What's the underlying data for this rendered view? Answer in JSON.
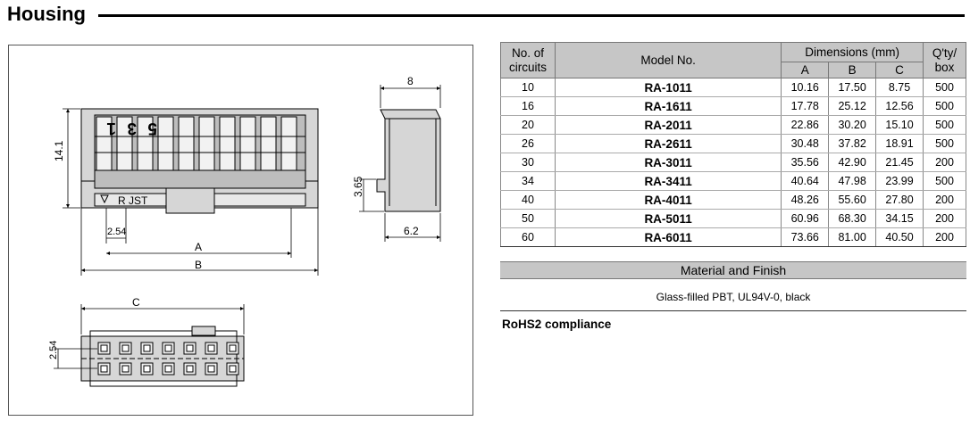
{
  "title": "Housing",
  "drawing": {
    "labels": {
      "dim_8": "8",
      "dim_14_1": "14.1",
      "dim_3_65": "3.65",
      "dim_6_2": "6.2",
      "dim_2_54_top": "2.54",
      "dim_a": "A",
      "dim_b": "B",
      "dim_c": "C",
      "dim_2_54_bottom": "2.54",
      "num_1": "1",
      "num_3": "3",
      "num_5": "5",
      "marking": "R  JST"
    }
  },
  "table": {
    "headers": {
      "circuits": [
        "No. of",
        "circuits"
      ],
      "model": "Model No.",
      "dimensions": "Dimensions  (mm)",
      "a": "A",
      "b": "B",
      "c": "C",
      "qty": [
        "Q'ty/",
        "box"
      ]
    },
    "rows": [
      {
        "circuits": "10",
        "model": "RA-1011",
        "a": "10.16",
        "b": "17.50",
        "c": "8.75",
        "qty": "500"
      },
      {
        "circuits": "16",
        "model": "RA-1611",
        "a": "17.78",
        "b": "25.12",
        "c": "12.56",
        "qty": "500"
      },
      {
        "circuits": "20",
        "model": "RA-2011",
        "a": "22.86",
        "b": "30.20",
        "c": "15.10",
        "qty": "500"
      },
      {
        "circuits": "26",
        "model": "RA-2611",
        "a": "30.48",
        "b": "37.82",
        "c": "18.91",
        "qty": "500"
      },
      {
        "circuits": "30",
        "model": "RA-3011",
        "a": "35.56",
        "b": "42.90",
        "c": "21.45",
        "qty": "200"
      },
      {
        "circuits": "34",
        "model": "RA-3411",
        "a": "40.64",
        "b": "47.98",
        "c": "23.99",
        "qty": "500"
      },
      {
        "circuits": "40",
        "model": "RA-4011",
        "a": "48.26",
        "b": "55.60",
        "c": "27.80",
        "qty": "200"
      },
      {
        "circuits": "50",
        "model": "RA-5011",
        "a": "60.96",
        "b": "68.30",
        "c": "34.15",
        "qty": "200"
      },
      {
        "circuits": "60",
        "model": "RA-6011",
        "a": "73.66",
        "b": "81.00",
        "c": "40.50",
        "qty": "200"
      }
    ]
  },
  "material": {
    "header": "Material and Finish",
    "text": "Glass-filled PBT, UL94V-0, black"
  },
  "rohs": "RoHS2 compliance",
  "colors": {
    "header_bg": "#c6c6c6",
    "drawing_fill": "#cfcfcf"
  }
}
